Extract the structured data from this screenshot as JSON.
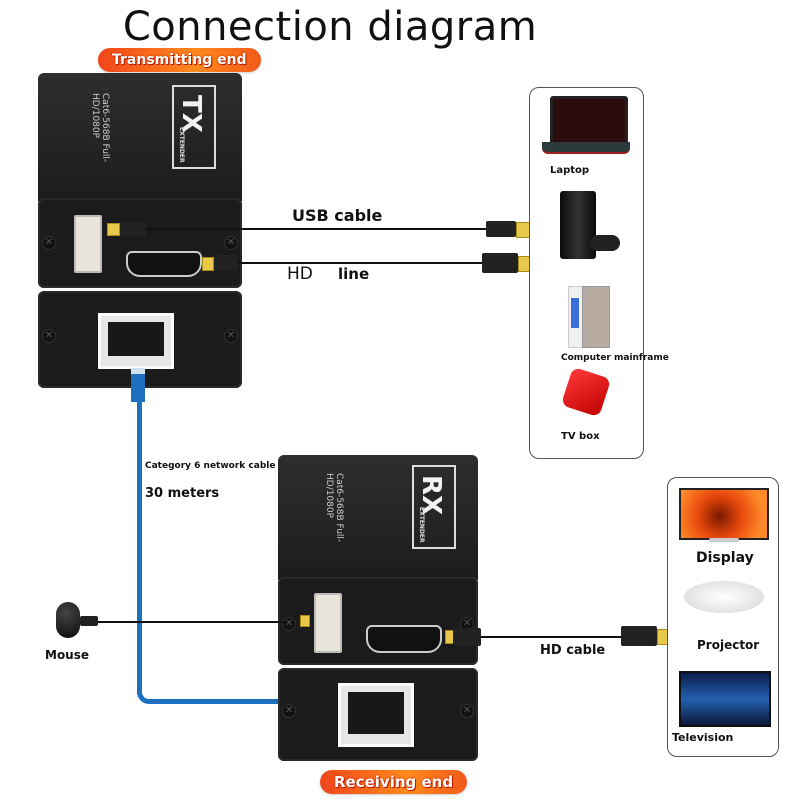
{
  "title": "Connection diagram",
  "transmitter": {
    "badge": "Transmitting end",
    "logo": "TX",
    "logo_sub": "EXTENDER",
    "spec": "Cat6-568B Full-HD/1080P"
  },
  "receiver": {
    "badge": "Receiving end",
    "logo": "RX",
    "logo_sub": "EXTENDER",
    "spec": "Cat6-568B Full-HD/1080P"
  },
  "cables": {
    "usb": "USB cable",
    "hd_line_1": "HD",
    "hd_line_2": "line",
    "network_desc": "Category 6 network cable",
    "network_length": "30 meters",
    "hd_cable": "HD cable"
  },
  "sources": [
    {
      "label": "Laptop",
      "icon": "laptop-icon"
    },
    {
      "label": "",
      "icon": "game-console-icon"
    },
    {
      "label": "Computer mainframe",
      "icon": "desktop-tower-icon"
    },
    {
      "label": "TV box",
      "icon": "tv-box-icon"
    }
  ],
  "outputs": [
    {
      "label": "Display",
      "icon": "monitor-icon"
    },
    {
      "label": "Projector",
      "icon": "projector-icon"
    },
    {
      "label": "Television",
      "icon": "television-icon"
    }
  ],
  "peripheral": {
    "label": "Mouse",
    "icon": "mouse-icon"
  },
  "colors": {
    "badge": "#f26a1b",
    "network_cable": "#1e6fc0",
    "device_body": "#1c1c1c"
  }
}
